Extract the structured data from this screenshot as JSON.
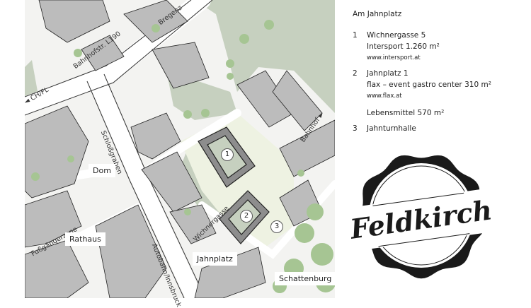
{
  "map": {
    "labels": {
      "dom": "Dom",
      "rathaus": "Rathaus",
      "jahnplatz": "Jahnplatz",
      "schattenburg": "Schattenburg"
    },
    "streets": {
      "bahnhofstr": "Bahnhofstr. L190",
      "bregenz": "Bregenz",
      "chfl": "◄ CH/FL",
      "schlossgraben": "Schloßgraben",
      "autobahn": "Autobahn/Innsbruck",
      "fussgaengerzone": "Fußgängerzone",
      "wichnergasse": "Wichnergasse",
      "bahnhof": "Bahnhof ►"
    },
    "markers": [
      "1",
      "2",
      "3"
    ]
  },
  "info": {
    "title": "Am Jahnplatz",
    "entries": [
      {
        "num": "1",
        "address": "Wichnergasse 5",
        "lines": [
          "Intersport 1.260 m²"
        ],
        "url": "www.intersport.at"
      },
      {
        "num": "2",
        "address": "Jahnplatz 1",
        "lines": [
          "flax – event gastro center 310 m²"
        ],
        "url": "www.flax.at",
        "extra": "Lebensmittel 570 m²"
      },
      {
        "num": "3",
        "address": "Jahnturnhalle"
      }
    ]
  },
  "logo": {
    "text": "Feldkirch"
  },
  "colors": {
    "green": "#c6d0bf",
    "building": "#bcbcbc",
    "roof": "#8d8d8d",
    "tree": "#a6c593",
    "plaza": "#eef2e2"
  }
}
